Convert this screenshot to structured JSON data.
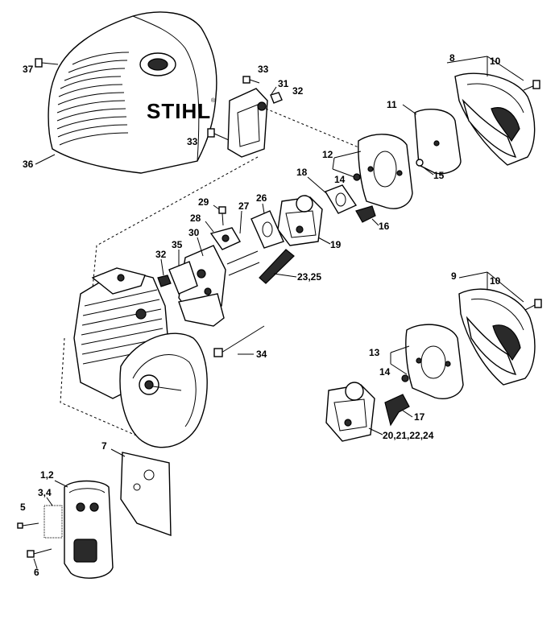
{
  "diagram": {
    "brand_logo": "STIHL",
    "brand_mark": "®",
    "callouts": {
      "c_1_2": "1,2",
      "c_3_4": "3,4",
      "c_5": "5",
      "c_6": "6",
      "c_7": "7",
      "c_8": "8",
      "c_9": "9",
      "c_10a": "10",
      "c_10b": "10",
      "c_11": "11",
      "c_12": "12",
      "c_13": "13",
      "c_14a": "14",
      "c_14b": "14",
      "c_15": "15",
      "c_16": "16",
      "c_17": "17",
      "c_18": "18",
      "c_19": "19",
      "c_20_24": "20,21,22,24",
      "c_23_25": "23,25",
      "c_26": "26",
      "c_27": "27",
      "c_28": "28",
      "c_29": "29",
      "c_30": "30",
      "c_31": "31",
      "c_32a": "32",
      "c_32b": "32",
      "c_33a": "33",
      "c_33b": "33",
      "c_34": "34",
      "c_35": "35",
      "c_36": "36",
      "c_37": "37"
    }
  }
}
